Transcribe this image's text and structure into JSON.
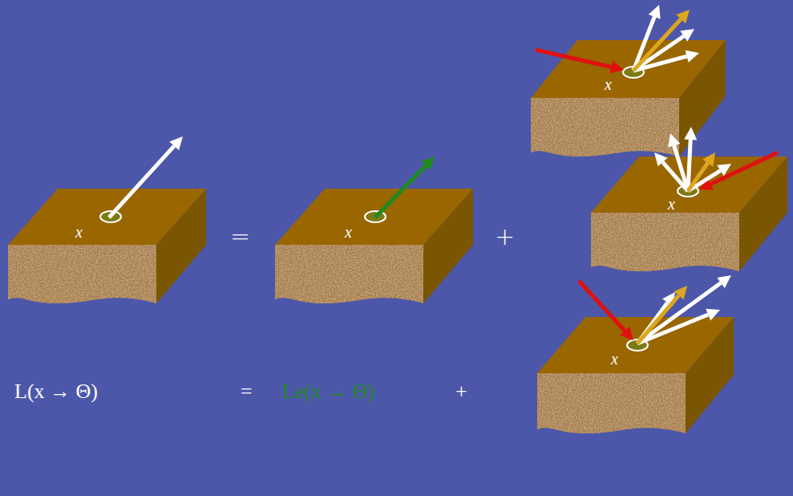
{
  "diagram": {
    "labels": [
      "x",
      "=",
      "x",
      "+",
      "x",
      "x",
      "x",
      "L(x → Θ)",
      "=",
      "Le(x → Θ)",
      "+"
    ]
  }
}
